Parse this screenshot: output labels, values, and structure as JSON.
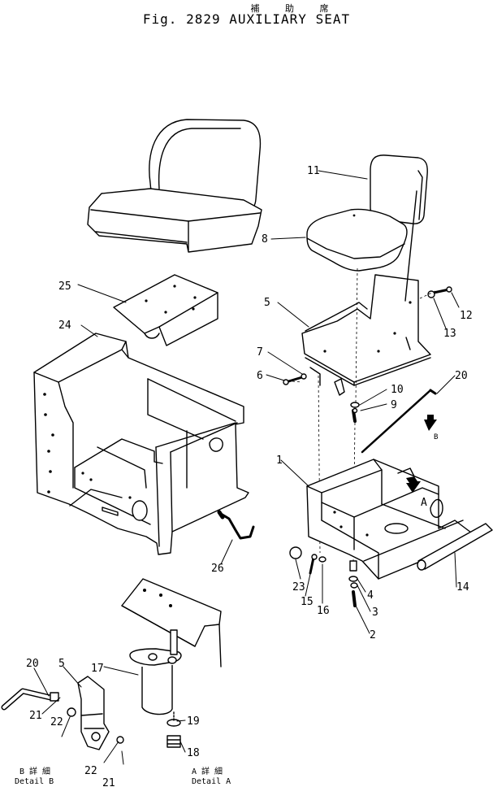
{
  "header": {
    "jp_title": "補 助 席",
    "fig_title": "Fig. 2829   AUXILIARY SEAT"
  },
  "parts": [
    "1",
    "2",
    "3",
    "4",
    "5",
    "6",
    "7",
    "8",
    "9",
    "10",
    "11",
    "12",
    "13",
    "14",
    "15",
    "16",
    "17",
    "18",
    "19",
    "20",
    "21",
    "22",
    "23",
    "24",
    "25",
    "26"
  ],
  "details": {
    "b_jp": "B 詳 細",
    "b_label": "Detail B",
    "a_jp": "A 詳 細",
    "a_label": "Detail A",
    "marker_a": "A",
    "marker_b": "B"
  }
}
